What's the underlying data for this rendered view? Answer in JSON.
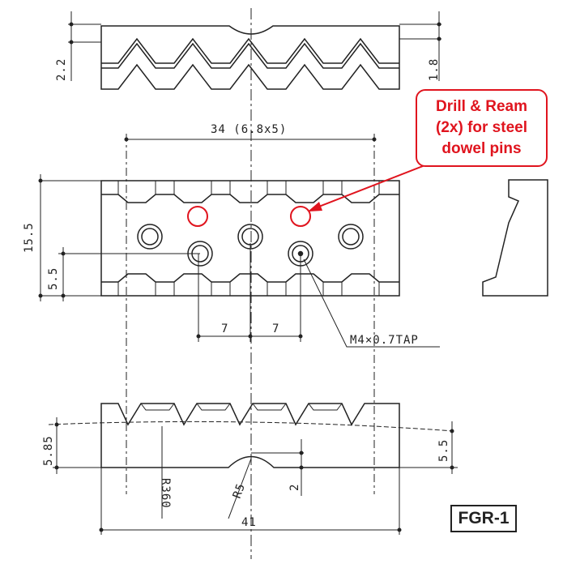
{
  "top_view": {
    "dim_left": "2.2",
    "dim_right": "1.8"
  },
  "front_view": {
    "dim_top": "34 (6.8x5)",
    "dim_height": "15.5",
    "dim_hole_offset": "5.5",
    "dim_pitch_left": "7",
    "dim_pitch_right": "7",
    "tap_callout": "M4×0.7TAP"
  },
  "bottom_view": {
    "dim_left": "5.85",
    "dim_right": "5.5",
    "radius_large": "R360",
    "radius_small": "R5",
    "dim_notch": "2",
    "dim_width": "41"
  },
  "annotation": {
    "lines": [
      "Drill & Ream",
      "(2x) for steel",
      "dowel pins"
    ],
    "color": "#e0141e"
  },
  "part_label": "FGR-1"
}
